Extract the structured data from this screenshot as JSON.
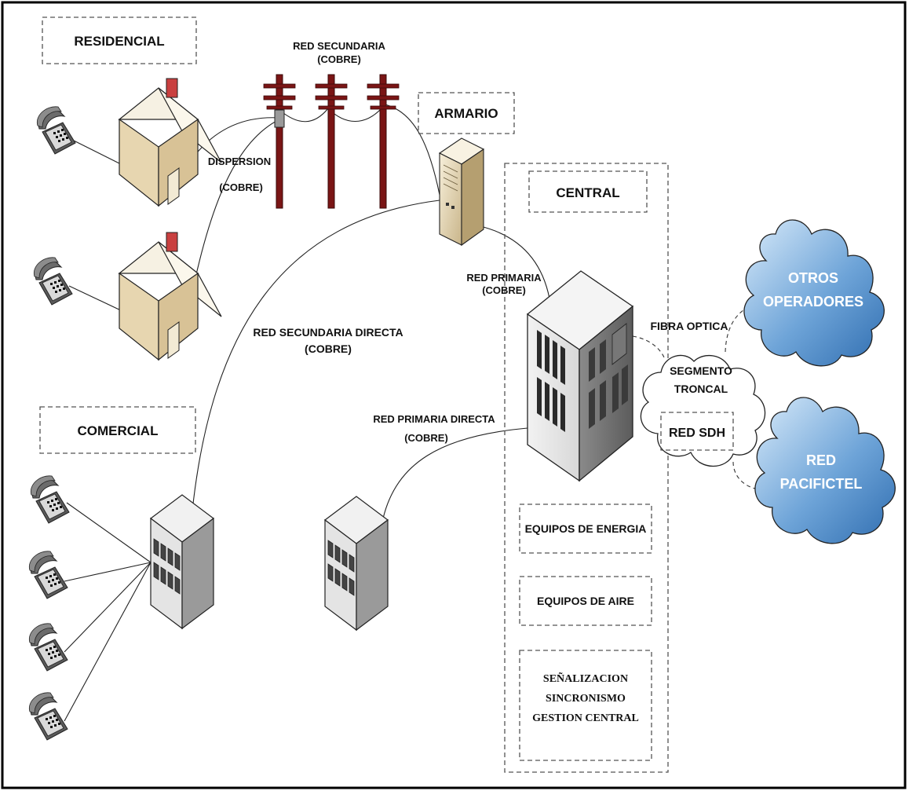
{
  "zones": {
    "residencial": "RESIDENCIAL",
    "comercial": "COMERCIAL",
    "armario": "ARMARIO",
    "central": "CENTRAL"
  },
  "links": {
    "red_secundaria": [
      "RED SECUNDARIA",
      "(COBRE)"
    ],
    "dispersion": [
      "DISPERSION",
      "(COBRE)"
    ],
    "red_secundaria_directa": [
      "RED SECUNDARIA DIRECTA",
      "(COBRE)"
    ],
    "red_primaria": [
      "RED PRIMARIA",
      "(COBRE)"
    ],
    "red_primaria_directa": [
      "RED PRIMARIA DIRECTA",
      "(COBRE)"
    ],
    "fibra_optica": "FIBRA OPTICA"
  },
  "trunk": {
    "segmento": [
      "SEGMENTO",
      "TRONCAL"
    ],
    "red_sdh": "RED SDH"
  },
  "clouds": {
    "otros": [
      "OTROS",
      "OPERADORES"
    ],
    "pacifictel": [
      "RED",
      "PACIFICTEL"
    ]
  },
  "central_boxes": {
    "energia": "EQUIPOS DE ENERGIA",
    "aire": "EQUIPOS DE AIRE",
    "senalizacion": [
      "SEÑALIZACION",
      "SINCRONISMO",
      "GESTION CENTRAL"
    ]
  },
  "colors": {
    "cloud_light": "#cfe3f5",
    "cloud_dark": "#3f7fc0",
    "pole": "#7a1515",
    "house_wall": "#efe2c4",
    "roof": "#f4ecd8",
    "chimney": "#c94040"
  }
}
